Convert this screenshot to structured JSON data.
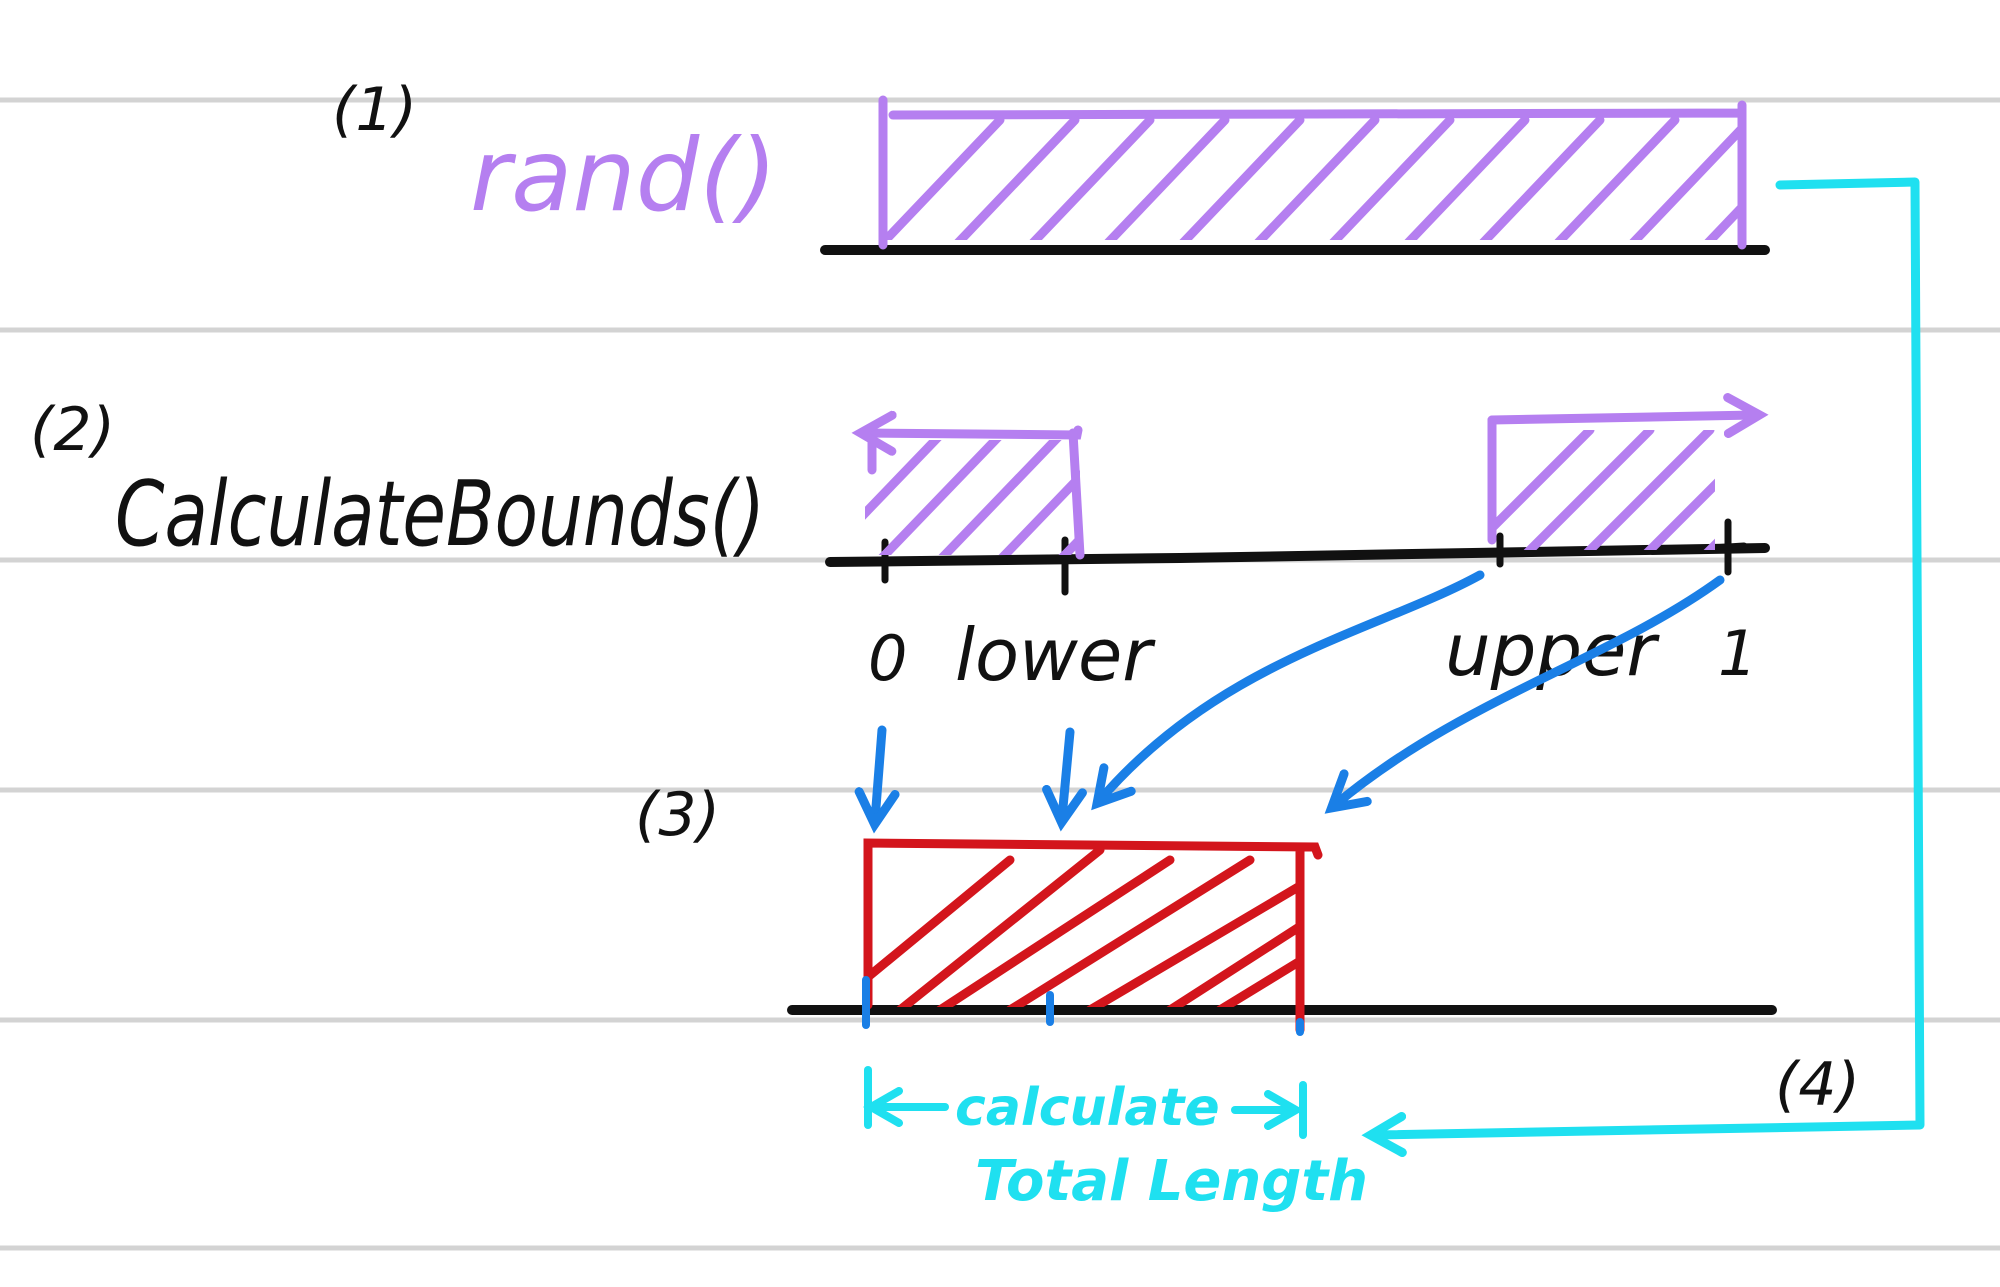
{
  "colors": {
    "background": "#ffffff",
    "rule": "#d3d3d3",
    "ink": "#111111",
    "purple": "#b57ff0",
    "red": "#d3151c",
    "blue": "#1a7fe6",
    "cyan": "#1fe0f0"
  },
  "steps": [
    {
      "number": "(1)",
      "label": "rand()"
    },
    {
      "number": "(2)",
      "label": "CalculateBounds()"
    },
    {
      "number": "(3)",
      "label": ""
    },
    {
      "number": "(4)",
      "label": ""
    }
  ],
  "axis_labels": {
    "zero": "0",
    "lower": "lower",
    "upper": "upper",
    "one": "1"
  },
  "total_length": {
    "line1": "calculate",
    "line2": "Total Length"
  }
}
